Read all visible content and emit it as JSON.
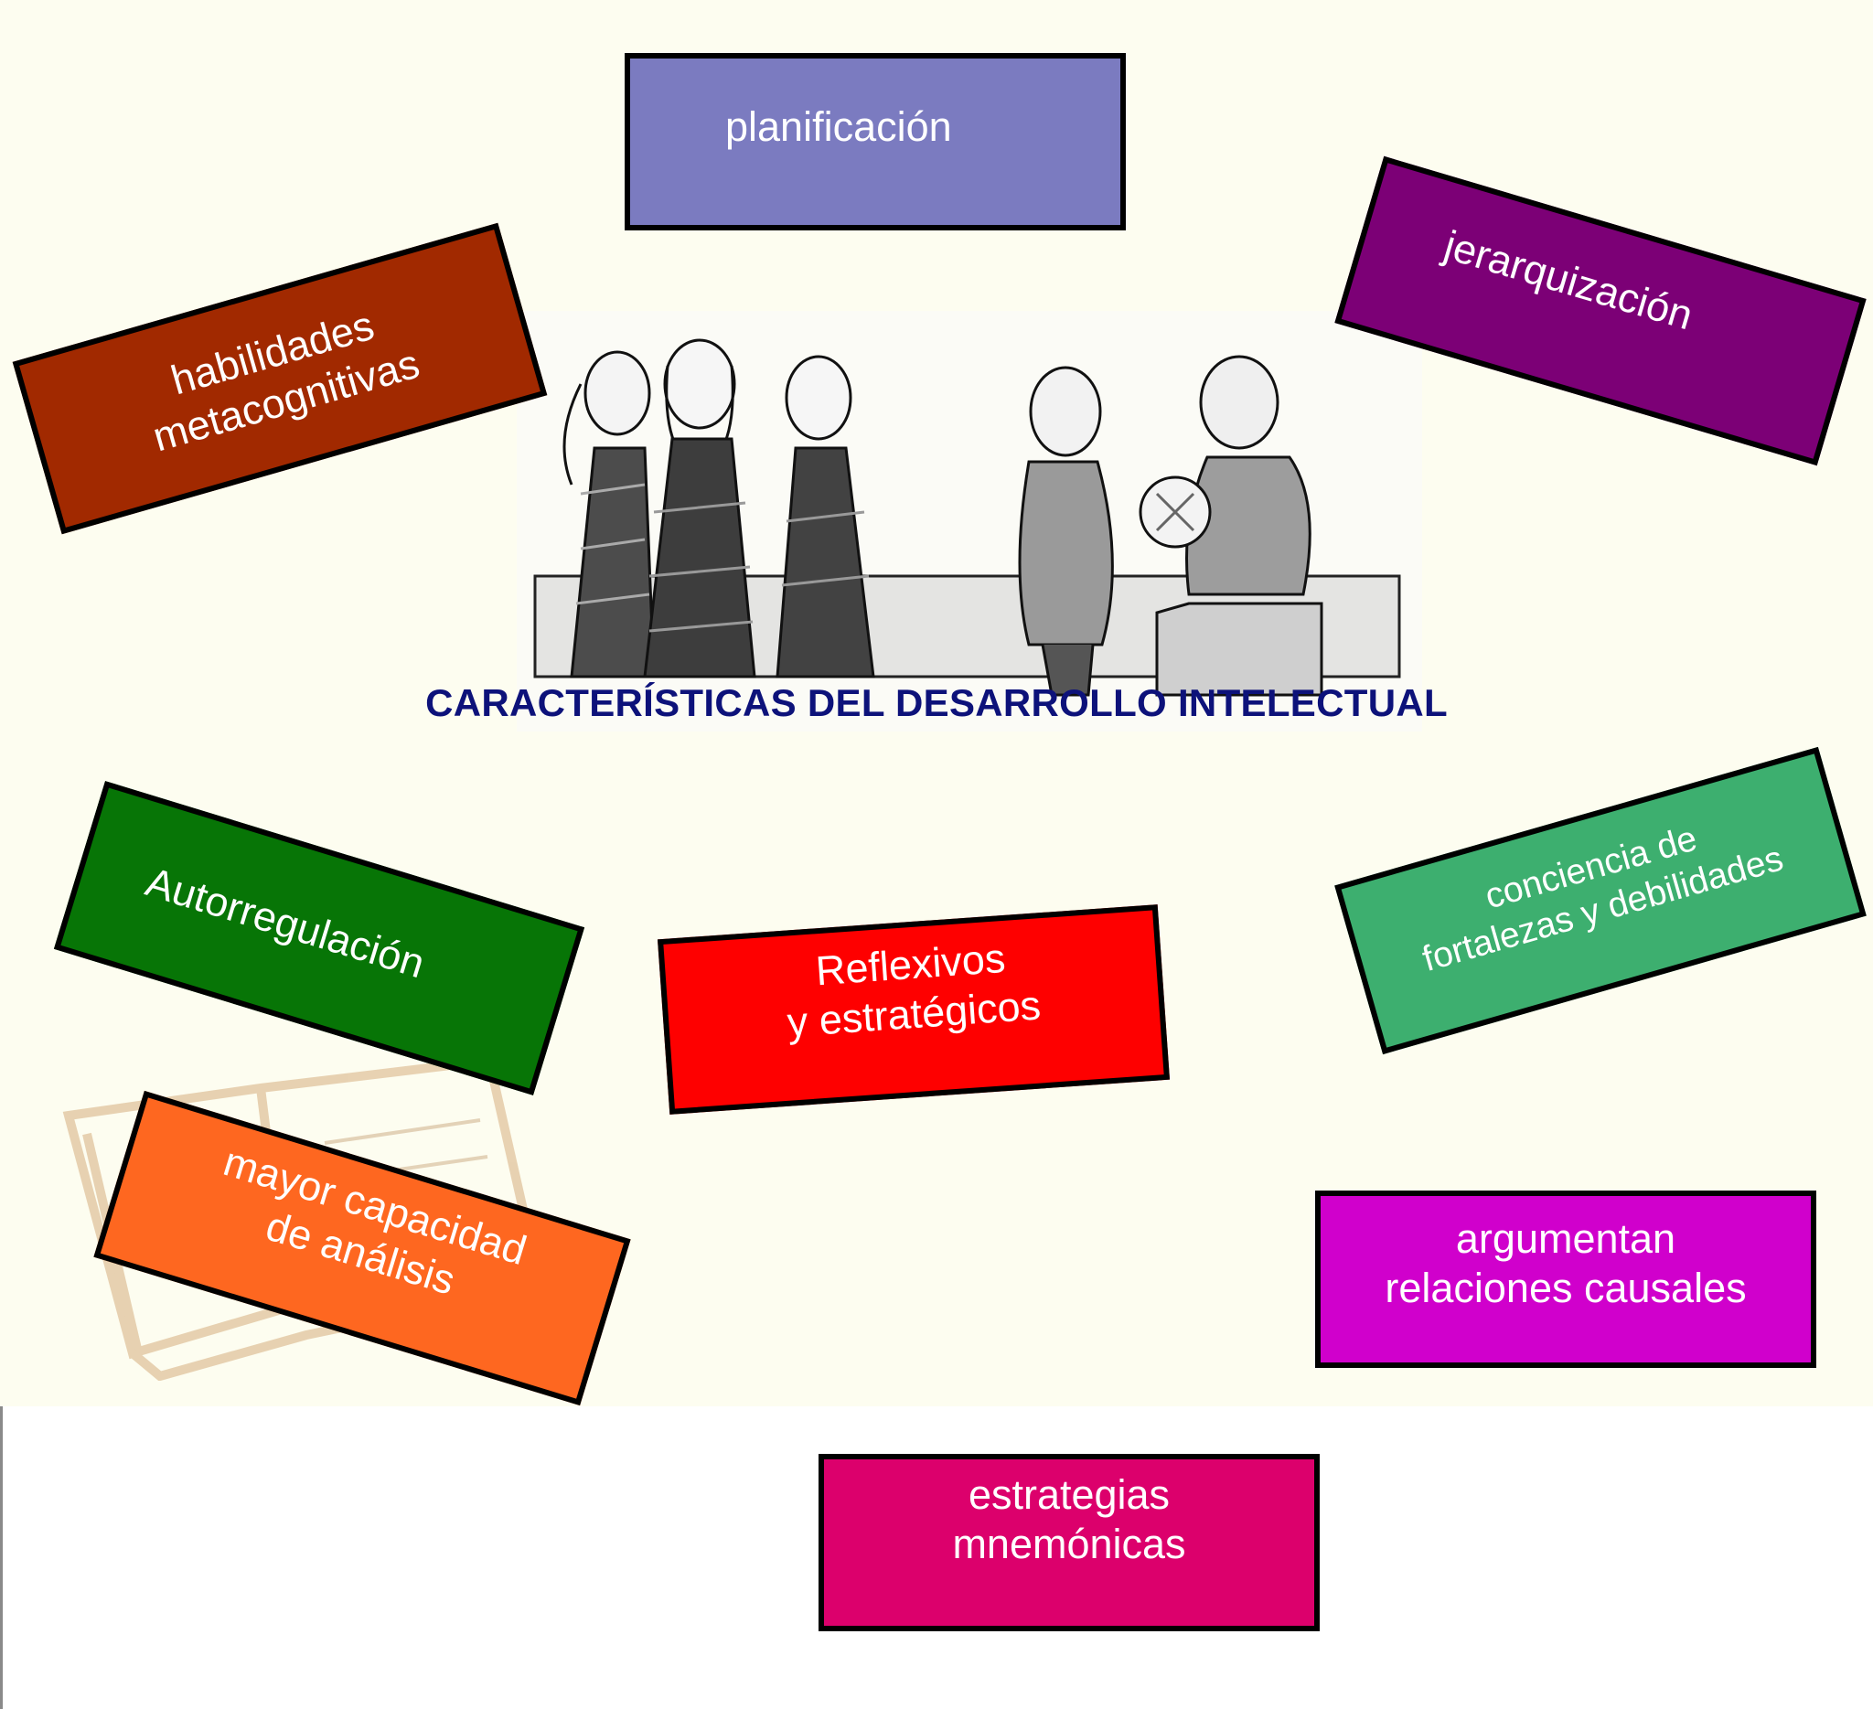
{
  "title": "CARACTERÍSTICAS DEL DESARROLLO INTELECTUAL",
  "colors": {
    "background": "#fdfdf0",
    "title": "#0d127a",
    "card_border": "#000000",
    "card_text": "#ffffff"
  },
  "illustration": {
    "icon": "students-group-sketch",
    "book_icon": "open-book-icon"
  },
  "cards": {
    "planificacion": {
      "text": "planificación",
      "color": "#7b7bc0"
    },
    "jerarquizacion": {
      "text": "jerarquización",
      "color": "#7c0076"
    },
    "habilidades": {
      "text": "habilidades\nmetacognitivas",
      "color": "#a12900"
    },
    "autorregulacion": {
      "text": "Autorregulación",
      "color": "#077506"
    },
    "reflexivos": {
      "text": "Reflexivos\ny estratégicos",
      "color": "#fe0000"
    },
    "conciencia": {
      "text": "conciencia de\nfortalezas y debilidades",
      "color": "#3daf6f"
    },
    "mayor": {
      "text": "mayor capacidad\nde análisis",
      "color": "#fe6720"
    },
    "argumentan": {
      "text": "argumentan\nrelaciones causales",
      "color": "#d000cc"
    },
    "estrategias": {
      "text": "estrategias\nmnemónicas",
      "color": "#dc006c"
    }
  }
}
